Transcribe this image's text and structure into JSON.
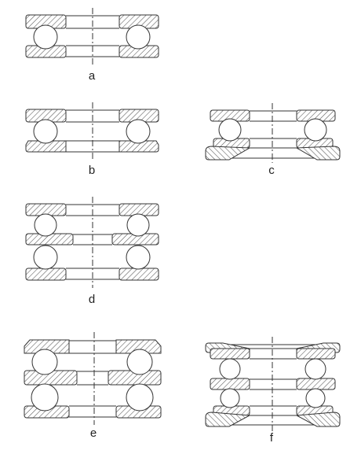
{
  "figures": [
    {
      "id": "a",
      "label": "a"
    },
    {
      "id": "b",
      "label": "b"
    },
    {
      "id": "c",
      "label": "c"
    },
    {
      "id": "d",
      "label": "d"
    },
    {
      "id": "e",
      "label": "e"
    },
    {
      "id": "f",
      "label": "f"
    }
  ],
  "colors": {
    "line": "#333333",
    "hatch": "#555555",
    "background": "#ffffff"
  }
}
